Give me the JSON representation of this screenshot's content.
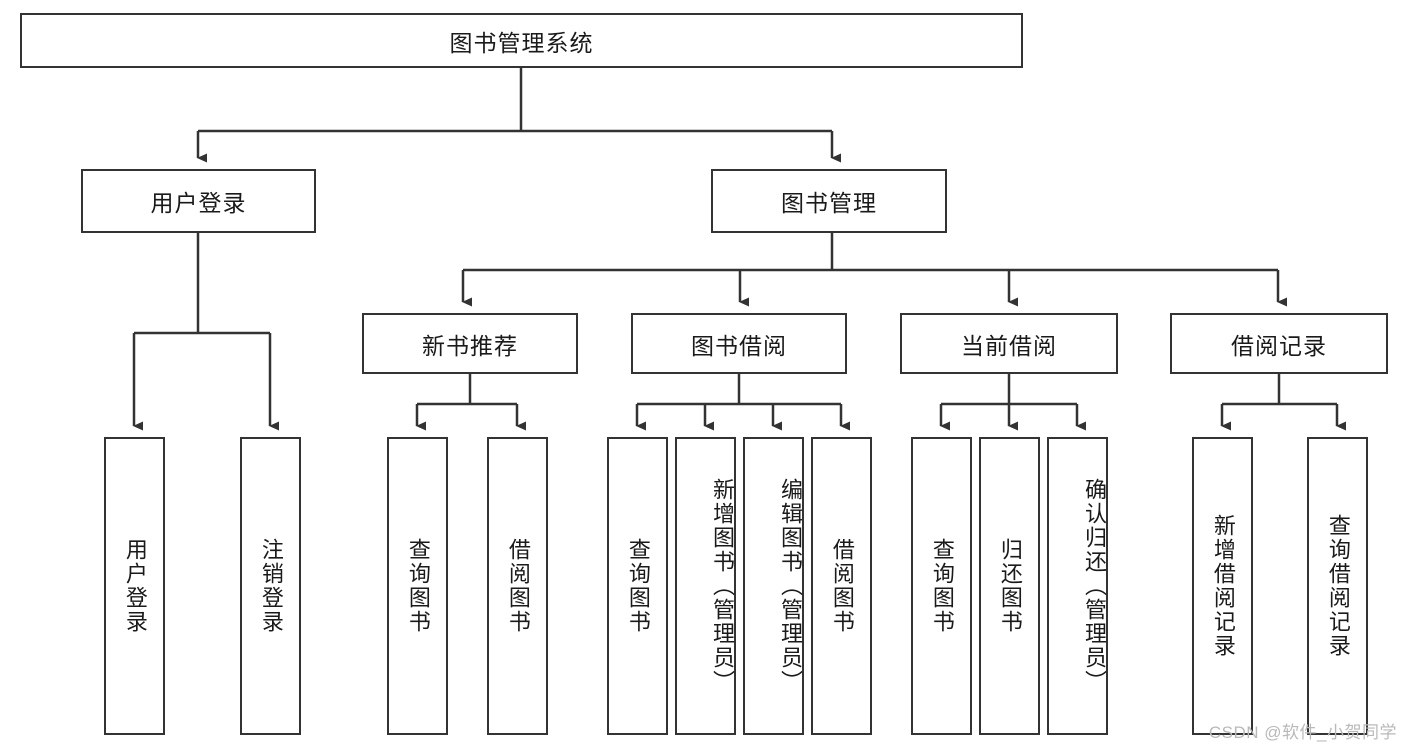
{
  "diagram": {
    "title_node": {
      "label": "图书管理系统"
    },
    "level2": [
      {
        "id": "user-login",
        "label": "用户登录"
      },
      {
        "id": "book-manage",
        "label": "图书管理"
      }
    ],
    "level3": [
      {
        "id": "new-book-recommend",
        "label": "新书推荐"
      },
      {
        "id": "book-borrow",
        "label": "图书借阅"
      },
      {
        "id": "current-borrow",
        "label": "当前借阅"
      },
      {
        "id": "borrow-record",
        "label": "借阅记录"
      }
    ],
    "leaves": [
      {
        "id": "leaf-user-login",
        "label": "用户登录"
      },
      {
        "id": "leaf-logout-login",
        "label": "注销登录"
      },
      {
        "id": "leaf-query-book-1",
        "label": "查询图书"
      },
      {
        "id": "leaf-borrow-book-1",
        "label": "借阅图书"
      },
      {
        "id": "leaf-query-book-2",
        "label": "查询图书"
      },
      {
        "id": "leaf-add-book",
        "label": "新增图书（管理员）"
      },
      {
        "id": "leaf-edit-book",
        "label": "编辑图书（管理员）"
      },
      {
        "id": "leaf-borrow-book-2",
        "label": "借阅图书"
      },
      {
        "id": "leaf-query-book-3",
        "label": "查询图书"
      },
      {
        "id": "leaf-return-book",
        "label": "归还图书"
      },
      {
        "id": "leaf-confirm-return",
        "label": "确认归还（管理员）"
      },
      {
        "id": "leaf-add-borrow-record",
        "label": "新增借阅记录"
      },
      {
        "id": "leaf-query-borrow-record",
        "label": "查询借阅记录"
      }
    ],
    "watermark": "CSDN @软件_小贺同学",
    "colors": {
      "stroke": "#333333",
      "fill": "#ffffff",
      "text": "#1a1a1a",
      "watermark": "#b9b9b9"
    }
  }
}
